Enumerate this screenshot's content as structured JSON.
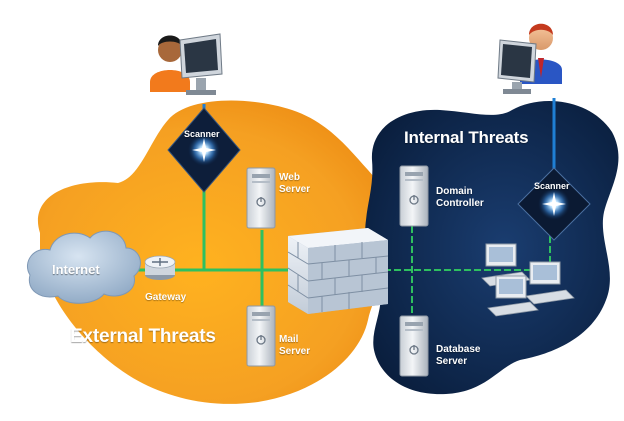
{
  "regions": {
    "external": {
      "title": "External Threats",
      "color": "#f29a1c"
    },
    "internal": {
      "title": "Internal Threats",
      "color": "#0c2448"
    }
  },
  "nodes": {
    "internet": "Internet",
    "gateway": "Gateway",
    "web_server": [
      "Web",
      "Server"
    ],
    "mail_server": [
      "Mail",
      "Server"
    ],
    "scanner_external": "Scanner",
    "scanner_internal": "Scanner",
    "domain_controller": [
      "Domain",
      "Controller"
    ],
    "database_server": [
      "Database",
      "Server"
    ]
  },
  "icons": [
    "user-icon",
    "monitor-icon",
    "cloud-icon",
    "router-icon",
    "server-icon",
    "firewall-icon",
    "workstation-icon",
    "scanner-icon"
  ],
  "colors": {
    "link": "#2ec060",
    "accent_blue": "#1f7fd4"
  }
}
